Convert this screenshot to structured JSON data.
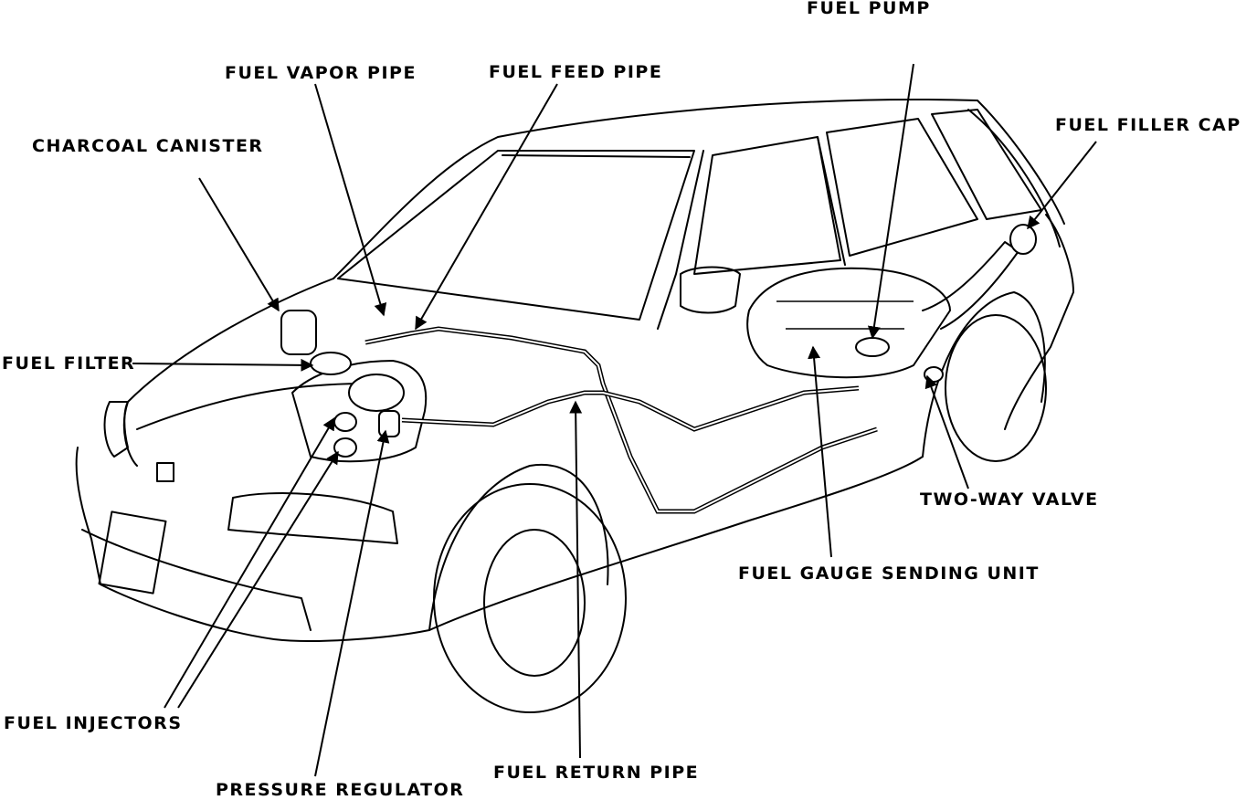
{
  "labels": {
    "fuel_pump": "FUEL PUMP",
    "fuel_vapor_pipe": "FUEL VAPOR PIPE",
    "fuel_feed_pipe": "FUEL FEED PIPE",
    "fuel_filler_cap": "FUEL FILLER CAP",
    "charcoal_canister": "CHARCOAL CANISTER",
    "fuel_filter": "FUEL FILTER",
    "two_way_valve": "TWO-WAY VALVE",
    "fuel_gauge_sending_unit": "FUEL GAUGE SENDING UNIT",
    "fuel_injectors": "FUEL INJECTORS",
    "fuel_return_pipe": "FUEL RETURN PIPE",
    "pressure_regulator": "PRESSURE REGULATOR"
  },
  "colors": {
    "ink": "#000000",
    "paper": "#ffffff"
  }
}
